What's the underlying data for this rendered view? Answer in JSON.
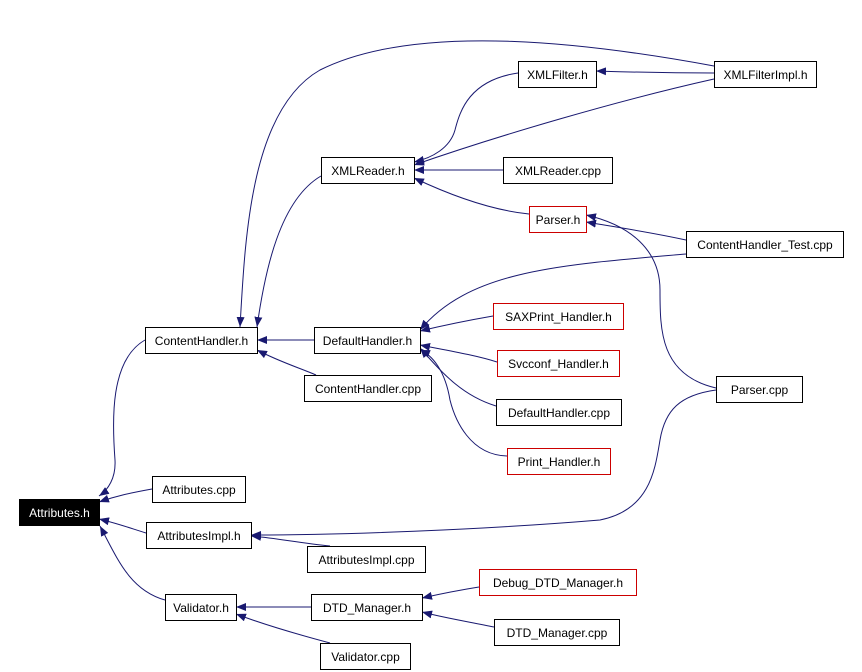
{
  "colors": {
    "edge": "#191970",
    "box_border_default": "#000000",
    "box_border_highlight": "#cc0000",
    "root_fill": "#000000",
    "root_text": "#ffffff",
    "node_fill": "#ffffff",
    "node_text": "#000000"
  },
  "nodes": [
    {
      "id": "attributes_h",
      "label": "Attributes.h",
      "style": "root"
    },
    {
      "id": "contenthandler_h",
      "label": "ContentHandler.h",
      "style": "normal"
    },
    {
      "id": "xmlreader_h",
      "label": "XMLReader.h",
      "style": "normal"
    },
    {
      "id": "xmlfilter_h",
      "label": "XMLFilter.h",
      "style": "normal"
    },
    {
      "id": "xmlfilterimpl_h",
      "label": "XMLFilterImpl.h",
      "style": "normal"
    },
    {
      "id": "xmlreader_cpp",
      "label": "XMLReader.cpp",
      "style": "normal"
    },
    {
      "id": "parser_h",
      "label": "Parser.h",
      "style": "red"
    },
    {
      "id": "contenthandler_test_cpp",
      "label": "ContentHandler_Test.cpp",
      "style": "normal"
    },
    {
      "id": "defaulthandler_h",
      "label": "DefaultHandler.h",
      "style": "normal"
    },
    {
      "id": "saxprint_handler_h",
      "label": "SAXPrint_Handler.h",
      "style": "red"
    },
    {
      "id": "svcconf_handler_h",
      "label": "Svcconf_Handler.h",
      "style": "red"
    },
    {
      "id": "defaulthandler_cpp",
      "label": "DefaultHandler.cpp",
      "style": "normal"
    },
    {
      "id": "print_handler_h",
      "label": "Print_Handler.h",
      "style": "red"
    },
    {
      "id": "contenthandler_cpp",
      "label": "ContentHandler.cpp",
      "style": "normal"
    },
    {
      "id": "parser_cpp",
      "label": "Parser.cpp",
      "style": "normal"
    },
    {
      "id": "attributes_cpp",
      "label": "Attributes.cpp",
      "style": "normal"
    },
    {
      "id": "attributesimpl_h",
      "label": "AttributesImpl.h",
      "style": "normal"
    },
    {
      "id": "attributesimpl_cpp",
      "label": "AttributesImpl.cpp",
      "style": "normal"
    },
    {
      "id": "validator_h",
      "label": "Validator.h",
      "style": "normal"
    },
    {
      "id": "dtd_manager_h",
      "label": "DTD_Manager.h",
      "style": "normal"
    },
    {
      "id": "debug_dtd_manager_h",
      "label": "Debug_DTD_Manager.h",
      "style": "red"
    },
    {
      "id": "dtd_manager_cpp",
      "label": "DTD_Manager.cpp",
      "style": "normal"
    },
    {
      "id": "validator_cpp",
      "label": "Validator.cpp",
      "style": "normal"
    }
  ],
  "edges": [
    {
      "from": "contenthandler_h",
      "to": "attributes_h"
    },
    {
      "from": "attributes_cpp",
      "to": "attributes_h"
    },
    {
      "from": "attributesimpl_h",
      "to": "attributes_h"
    },
    {
      "from": "validator_h",
      "to": "attributes_h"
    },
    {
      "from": "xmlreader_h",
      "to": "contenthandler_h"
    },
    {
      "from": "xmlfilterimpl_h",
      "to": "contenthandler_h"
    },
    {
      "from": "defaulthandler_h",
      "to": "contenthandler_h"
    },
    {
      "from": "contenthandler_cpp",
      "to": "contenthandler_h"
    },
    {
      "from": "xmlfilter_h",
      "to": "xmlreader_h"
    },
    {
      "from": "xmlfilterimpl_h",
      "to": "xmlreader_h"
    },
    {
      "from": "xmlreader_cpp",
      "to": "xmlreader_h"
    },
    {
      "from": "parser_h",
      "to": "xmlreader_h"
    },
    {
      "from": "xmlfilterimpl_h",
      "to": "xmlfilter_h"
    },
    {
      "from": "contenthandler_test_cpp",
      "to": "parser_h"
    },
    {
      "from": "parser_cpp",
      "to": "parser_h"
    },
    {
      "from": "contenthandler_test_cpp",
      "to": "defaulthandler_h"
    },
    {
      "from": "saxprint_handler_h",
      "to": "defaulthandler_h"
    },
    {
      "from": "svcconf_handler_h",
      "to": "defaulthandler_h"
    },
    {
      "from": "defaulthandler_cpp",
      "to": "defaulthandler_h"
    },
    {
      "from": "print_handler_h",
      "to": "defaulthandler_h"
    },
    {
      "from": "attributesimpl_cpp",
      "to": "attributesimpl_h"
    },
    {
      "from": "parser_cpp",
      "to": "attributesimpl_h"
    },
    {
      "from": "dtd_manager_h",
      "to": "validator_h"
    },
    {
      "from": "validator_cpp",
      "to": "validator_h"
    },
    {
      "from": "debug_dtd_manager_h",
      "to": "dtd_manager_h"
    },
    {
      "from": "dtd_manager_cpp",
      "to": "dtd_manager_h"
    }
  ]
}
